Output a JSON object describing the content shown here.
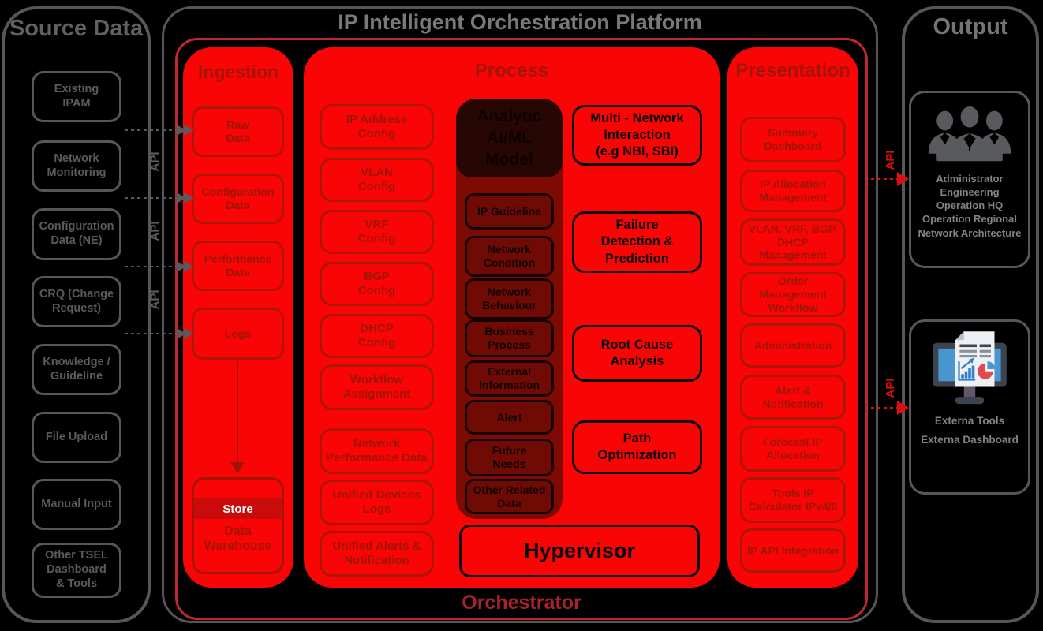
{
  "api_label": "API",
  "colors": {
    "background": "#000000",
    "gray_line": "#56575a",
    "bright_red": "#fa0505",
    "red_box_border": "#b01406",
    "red_box_text": "#9d1507",
    "dark_column": "#7d0b04",
    "dark_header": "#270704",
    "store_band": "#c90b0b",
    "orchestrator_border": "#c32531",
    "orchestrator_text": "#a8232e",
    "api_red": "#e20c0c",
    "monitor_screen_blue": "#4a96d1",
    "pie_red": "#e04b4b"
  },
  "icons": {
    "stakeholders": "team-icon",
    "external": "dashboard-monitor-icon",
    "connectors": "api-arrow"
  },
  "panels": {
    "source": {
      "title": "Source Data",
      "items": [
        "Existing\nIPAM",
        "Network\nMonitoring",
        "Configuration\nData (NE)",
        "CRQ (Change\nRequest)",
        "Knowledge /\nGuideline",
        "File Upload",
        "Manual Input",
        "Other TSEL\nDashboard\n& Tools"
      ]
    },
    "platform": {
      "title": "IP Intelligent Orchestration Platform",
      "orchestrator_label": "Orchestrator",
      "ingestion": {
        "title": "Ingestion",
        "items": [
          "Raw\nData",
          "Configuration\nData",
          "Performance\nData",
          "Logs"
        ],
        "store": {
          "band": "Store",
          "label": "Data\nWarehouse"
        }
      },
      "process": {
        "title": "Process",
        "config_items": [
          "IP Address\nConfig",
          "VLAN\nConfig",
          "VRF\nConfig",
          "BGP\nConfig",
          "DHCP\nConfig",
          "Workflow\nAssignment",
          "Network\nPerformance Data",
          "Unified Devices\nLogs",
          "Unified Alerts &\nNotification"
        ],
        "ai_model": {
          "header": "Analytic\nAI/ML\nModel",
          "items": [
            "IP Guideline",
            "Network\nCondition",
            "Network\nBehaviour",
            "Business\nProcess",
            "External\nInformation",
            "Alert",
            "Future\nNeeds",
            "Other Related\nData"
          ]
        },
        "functions": [
          "Multi - Network\nInteraction\n(e.g NBI, SBI)",
          "Failure\nDetection &\nPrediction",
          "Root Cause\nAnalysis",
          "Path\nOptimization"
        ],
        "hypervisor": "Hypervisor"
      },
      "presentation": {
        "title": "Presentation",
        "items": [
          "Summary\nDashboard",
          "IP Allocation\nManagement",
          "VLAN, VRF, BGP,\nDHCP\nManagement",
          "Order\nManagement\nWorkflow",
          "Administration",
          "Alert &\nNotification",
          "Forecast IP\nAllocation",
          "Tools IP\nCalculator IPv4/6",
          "IP API Integration"
        ]
      }
    },
    "output": {
      "title": "Output",
      "stakeholders": "Administrator\nEngineering\nOperation HQ\nOperation Regional\nNetwork Architecture",
      "external_tools": "Externa Tools",
      "external_dashboard": "Externa Dashboard"
    }
  }
}
